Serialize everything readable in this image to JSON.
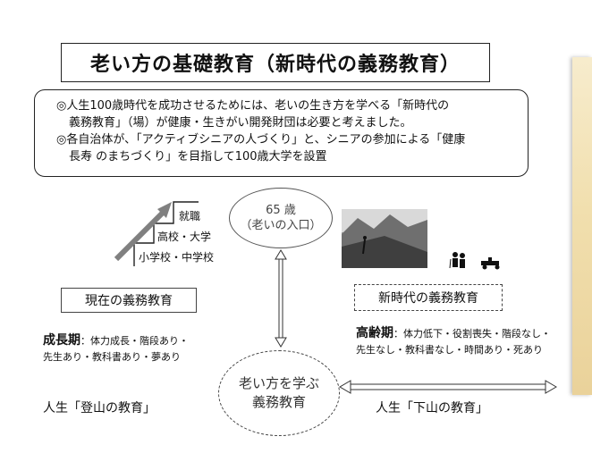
{
  "slide": {
    "title": "老い方の基礎教育（新時代の義務教育）",
    "intro": {
      "line1": "◎人生100歳時代を成功させるためには、老いの生き方を学べる「新時代の",
      "line2": "義務教育」（場）が健康・生きがい開発財団は必要と考えました。",
      "line3": "◎各自治体が、「アクティブシニアの人づくり」と、シニアの参加による「健康",
      "line4": "長寿 のまちづくり」を目指して100歳大学を設置"
    },
    "stairs": {
      "step3": "就職",
      "step2": "高校・大学",
      "step1": "小学校・中学校"
    },
    "oval_65": {
      "line1": "65 歳",
      "line2": "（老いの入口）"
    },
    "current_education": "現在の義務教育",
    "new_education": "新時代の義務教育",
    "growth": {
      "label": "成長期",
      "text1": "：体力成長・階段あり・",
      "text2": "先生あり・教科書あり・夢あり"
    },
    "aging": {
      "label": "高齢期",
      "text1": "：体力低下・役割喪失・階段なし・",
      "text2": "先生なし・教科書なし・時間あり・死あり"
    },
    "oval_bottom": {
      "line1": "老い方を学ぶ",
      "line2": "義務教育"
    },
    "life_climb": "人生「登山の教育」",
    "life_descent": "人生「下山の教育」"
  },
  "colors": {
    "line": "#222222",
    "arrow_gray": "#808080",
    "photo_panel": "#f1dfae"
  }
}
